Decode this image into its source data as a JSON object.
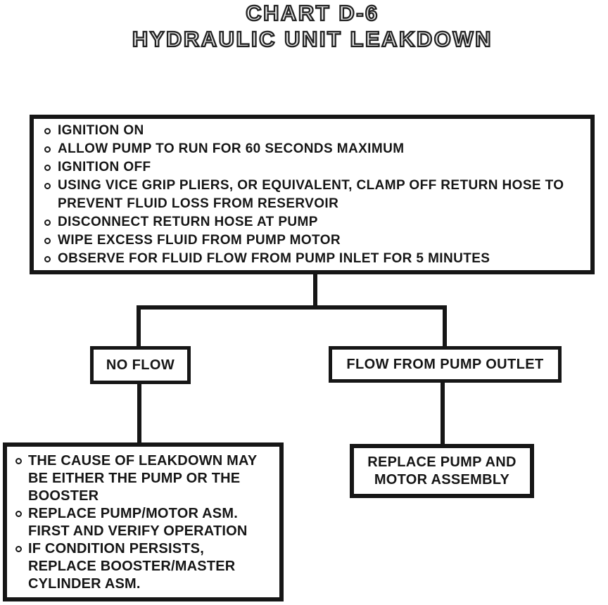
{
  "colors": {
    "ink": "#161616",
    "paper": "#ffffff"
  },
  "title": {
    "line1": "CHART D-6",
    "line2": "HYDRAULIC UNIT LEAKDOWN"
  },
  "procedure": {
    "items": [
      "IGNITION ON",
      "ALLOW PUMP TO RUN FOR 60 SECONDS MAXIMUM",
      "IGNITION OFF",
      "USING VICE GRIP PLIERS, OR EQUIVALENT, CLAMP OFF RETURN HOSE TO PREVENT FLUID LOSS FROM RESERVOIR",
      "DISCONNECT RETURN HOSE AT PUMP",
      "WIPE EXCESS FLUID FROM PUMP MOTOR",
      "OBSERVE FOR FLUID FLOW FROM PUMP INLET FOR 5 MINUTES"
    ]
  },
  "branch_left": {
    "label": "NO FLOW"
  },
  "branch_right": {
    "label": "FLOW FROM PUMP OUTLET"
  },
  "result_left": {
    "items": [
      "THE CAUSE OF LEAKDOWN MAY BE EITHER THE PUMP OR THE BOOSTER",
      "REPLACE PUMP/MOTOR ASM. FIRST AND VERIFY OPERATION",
      "IF CONDITION PERSISTS, REPLACE BOOSTER/MASTER CYLINDER ASM."
    ]
  },
  "result_right": {
    "label": "REPLACE PUMP AND MOTOR ASSEMBLY"
  }
}
